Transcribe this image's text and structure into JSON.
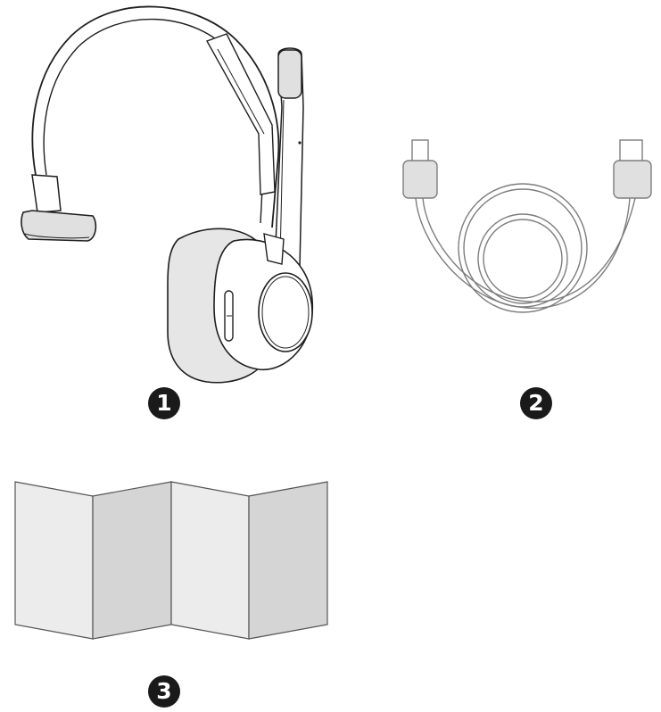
{
  "colors": {
    "line": "#1f1f1f",
    "cable_line": "#7d7d7d",
    "cushion": "#e6e6e6",
    "paper_light": "#ececec",
    "paper_dark": "#d5d5d5",
    "badge_bg": "#1a1a1a",
    "badge_text": "#ffffff"
  },
  "items": [
    {
      "number": "1",
      "icon": "headset-icon"
    },
    {
      "number": "2",
      "icon": "usb-cable-icon"
    },
    {
      "number": "3",
      "icon": "folded-manual-icon"
    }
  ]
}
